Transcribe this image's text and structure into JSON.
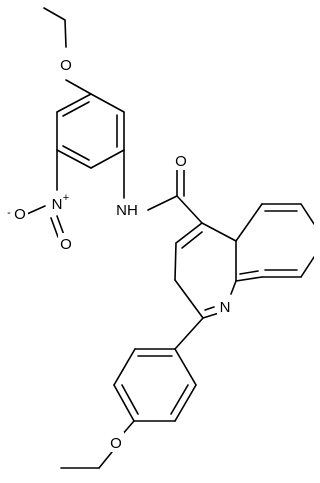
{
  "molecule": {
    "atoms": {
      "o_top": "O",
      "n_nitro": "N",
      "o_nitro_minus": "O",
      "o_nitro_double": "O",
      "nh": "NH",
      "o_amide": "O",
      "n_quinoline": "N",
      "o_bottom": "O"
    },
    "charges": {
      "nitro_n": "+",
      "nitro_o": "-"
    }
  }
}
